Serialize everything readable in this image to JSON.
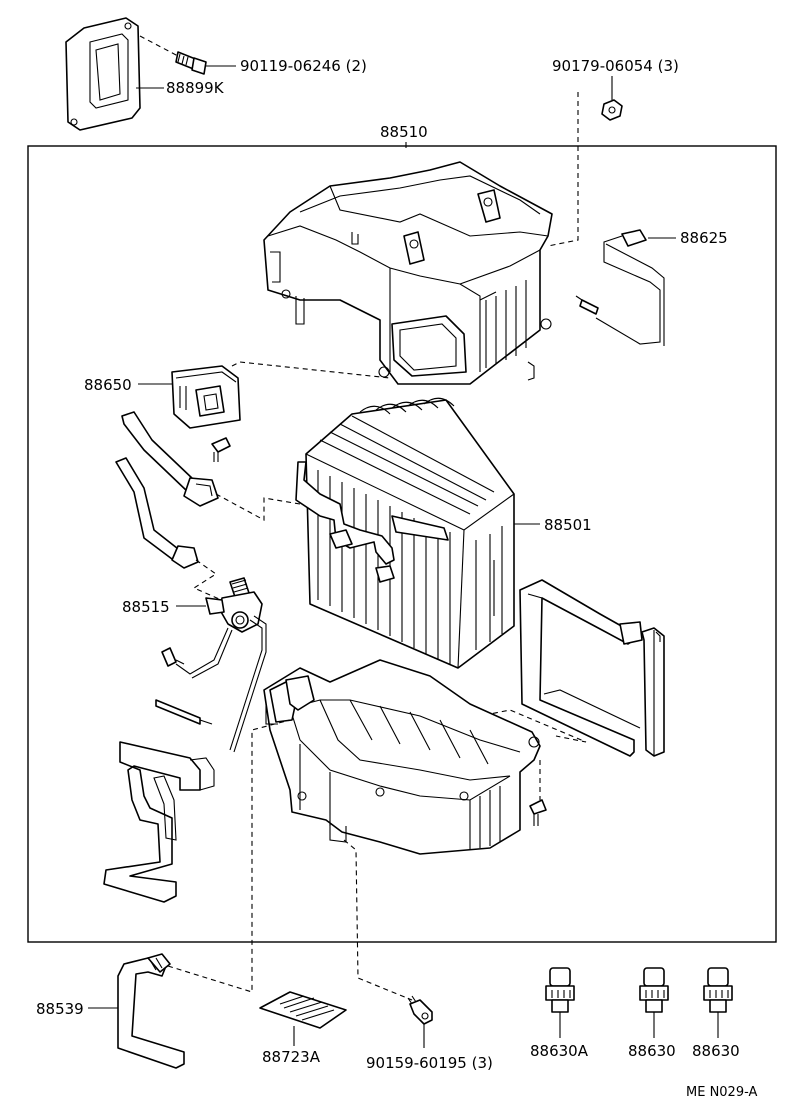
{
  "labels": {
    "gasket": "88899K",
    "screw_top": "90119-06246 (2)",
    "nut_top": "90179-06054 (3)",
    "case_assy": "88510",
    "thermistor": "88625",
    "amplifier": "88650",
    "evaporator": "88501",
    "expansion_valve": "88515",
    "drain_hose": "88539",
    "label_plate": "88723A",
    "screw_bottom": "90159-60195 (3)",
    "pressure_switch_a": "88630A",
    "pressure_switch_b": "88630",
    "pressure_switch_c": "88630",
    "drawing_code": "ME  N029-A"
  },
  "colors": {
    "line": "#000000",
    "background": "#ffffff"
  }
}
